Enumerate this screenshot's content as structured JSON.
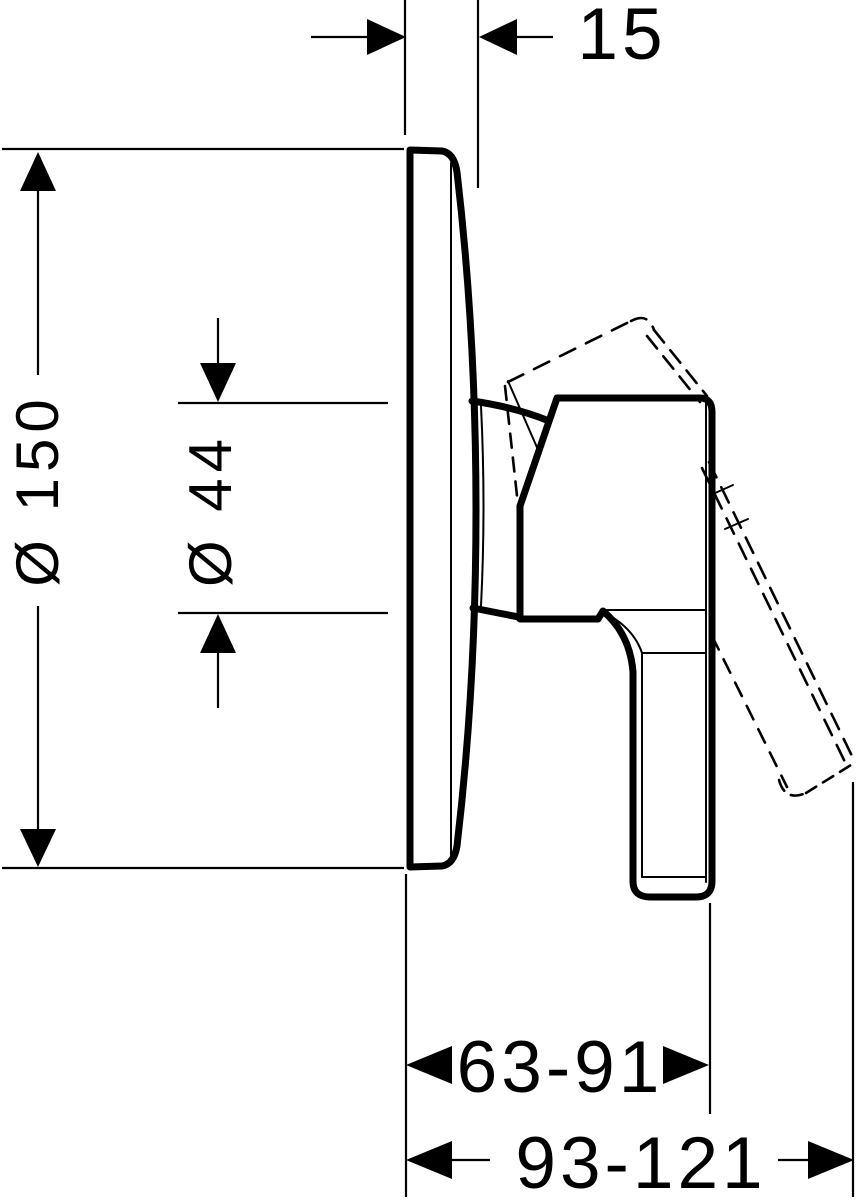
{
  "drawing": {
    "background_color": "#ffffff",
    "line_color": "#000000",
    "dimensions": {
      "plate_depth": "15",
      "plate_diameter": "Ø 150",
      "hub_diameter": "Ø 44",
      "depth_range_min": "63-91",
      "depth_range_max": "93-121"
    }
  }
}
